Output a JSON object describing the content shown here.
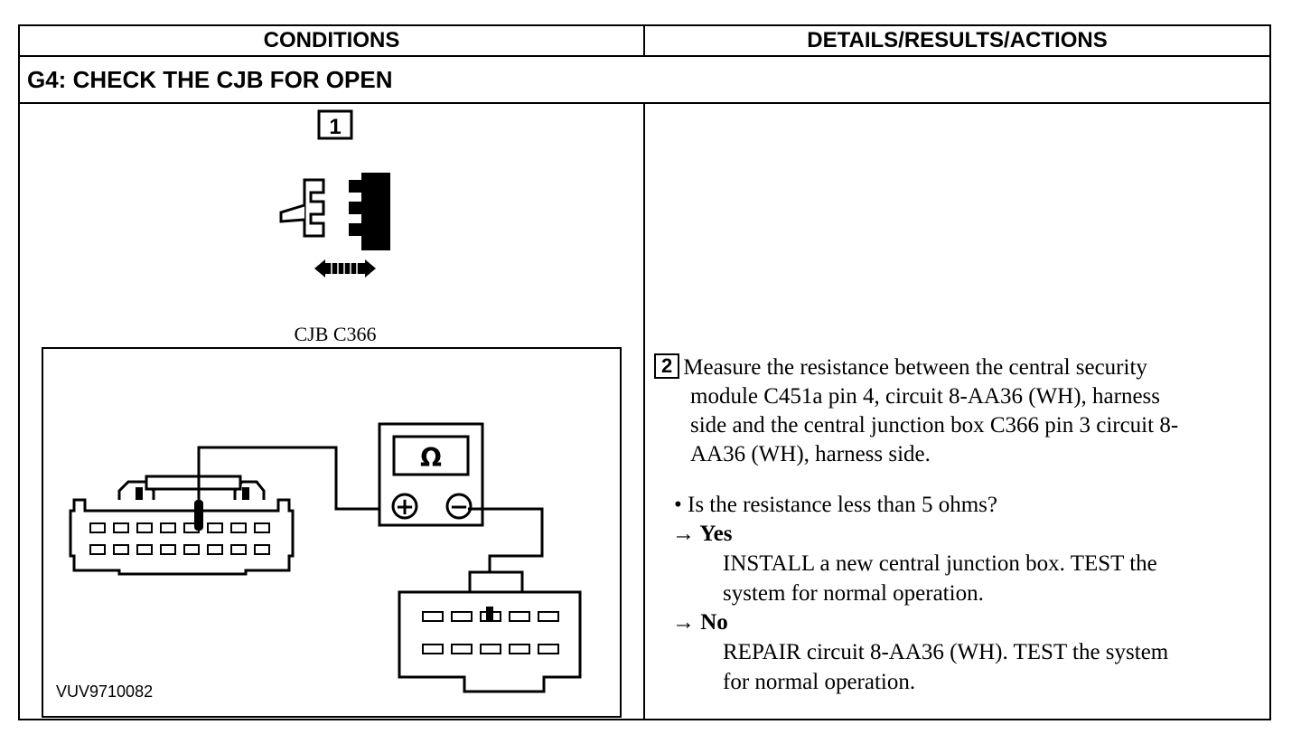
{
  "header": {
    "conditions": "CONDITIONS",
    "details": "DETAILS/RESULTS/ACTIONS"
  },
  "step": {
    "title": "G4: CHECK THE CJB FOR OPEN"
  },
  "figure": {
    "step1_number": "1",
    "connector_label": "CJB C366",
    "meter_symbol": "Ω",
    "figure_code": "VUV9710082",
    "meter_plus": "+",
    "meter_minus": "−"
  },
  "details": {
    "step2_number": "2",
    "instruction_lines": [
      "Measure the resistance between the central security",
      "module C451a pin 4, circuit 8-AA36 (WH), harness",
      "side and the central junction box C366 pin 3 circuit 8-",
      "AA36 (WH), harness side."
    ],
    "question": "• Is the resistance less than 5 ohms?",
    "yes_label": "→ Yes",
    "yes_lines": [
      "INSTALL a new central junction box. TEST the",
      "system for normal operation."
    ],
    "no_label": "→ No",
    "no_lines": [
      "REPAIR circuit 8-AA36 (WH). TEST the system",
      "for normal operation."
    ]
  }
}
